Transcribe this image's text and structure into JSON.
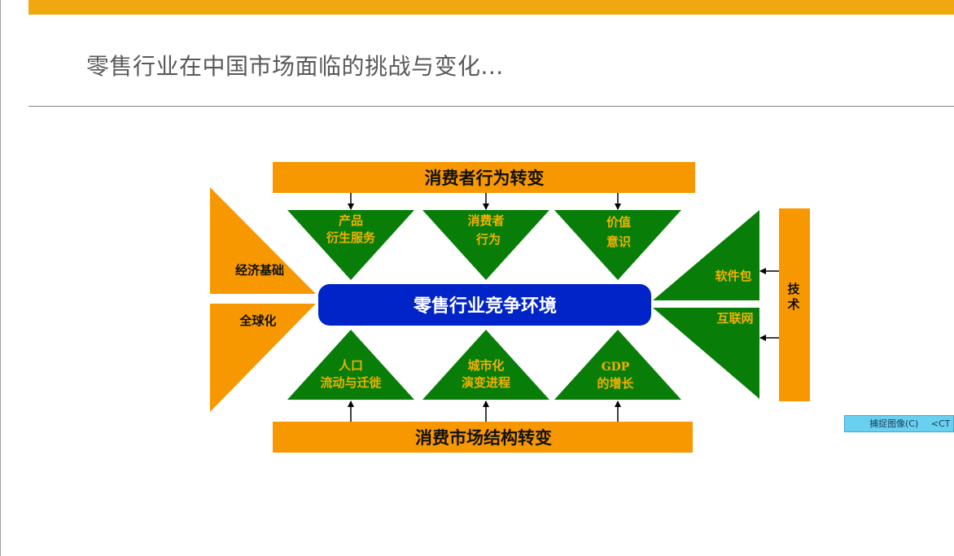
{
  "slide": {
    "title": "零售行业在中国市场面临的挑战与变化..."
  },
  "diagram": {
    "top_bar_label": "消费者行为转变",
    "bottom_bar_label": "消费市场结构转变",
    "center_label": "零售行业竞争环境",
    "top_triangles": [
      {
        "line1": "产品",
        "line2": "衍生服务"
      },
      {
        "line1": "消费者",
        "line2": "行为"
      },
      {
        "line1": "价值",
        "line2": "意识"
      }
    ],
    "bottom_triangles": [
      {
        "line1": "人口",
        "line2": "流动与迁徙"
      },
      {
        "line1": "城市化",
        "line2": "演变进程"
      },
      {
        "line1": "GDP",
        "line2": "的增长"
      }
    ],
    "left_upper_label": "经济基础",
    "left_lower_label": "全球化",
    "right_upper_label": "软件包",
    "right_lower_label": "互联网",
    "right_bar_label": "技术",
    "colors": {
      "orange": "#f79800",
      "green": "#087e08",
      "blue": "#0024c8",
      "triangle_text": "#f2b000"
    }
  },
  "overlay": {
    "capture_label": "捕捉图像(C)",
    "capture_shortcut": "<CT"
  }
}
